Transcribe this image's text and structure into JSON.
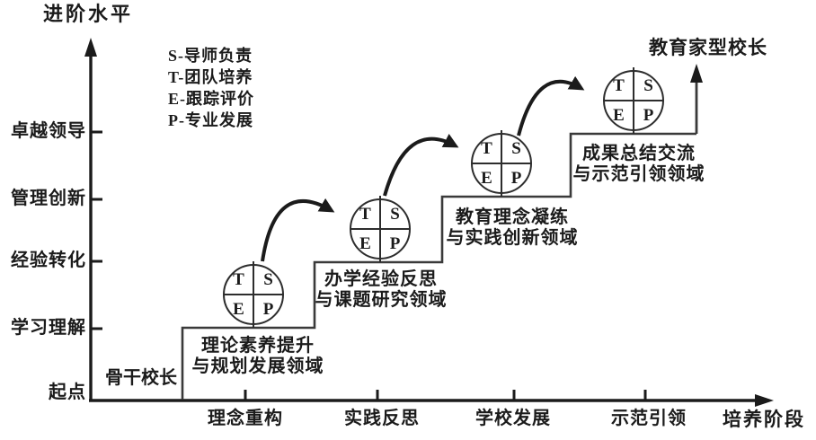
{
  "figure": {
    "y_axis": {
      "title": "进阶水平",
      "ticks": [
        "起点",
        "学习理解",
        "经验转化",
        "管理创新",
        "卓越领导"
      ]
    },
    "x_axis": {
      "title": "培养阶段",
      "ticks": [
        "理念重构",
        "实践反思",
        "学校发展",
        "示范引领"
      ]
    },
    "legend": {
      "items": [
        "S-导师负责",
        "T-团队培养",
        "E-跟踪评价",
        "P-专业发展"
      ]
    },
    "start_role": "骨干校长",
    "end_role": "教育家型校长",
    "steps": [
      {
        "line1": "理论素养提升",
        "line2": "与规划发展领域"
      },
      {
        "line1": "办学经验反思",
        "line2": "与课题研究领域"
      },
      {
        "line1": "教育理念凝练",
        "line2": "与实践创新领域"
      },
      {
        "line1": "成果总结交流",
        "line2": "与示范引领领域"
      }
    ],
    "circle_quadrants": {
      "tl": "T",
      "tr": "S",
      "bl": "E",
      "br": "P"
    },
    "colors": {
      "ink": "#1b1b1b",
      "background": "#ffffff"
    }
  }
}
